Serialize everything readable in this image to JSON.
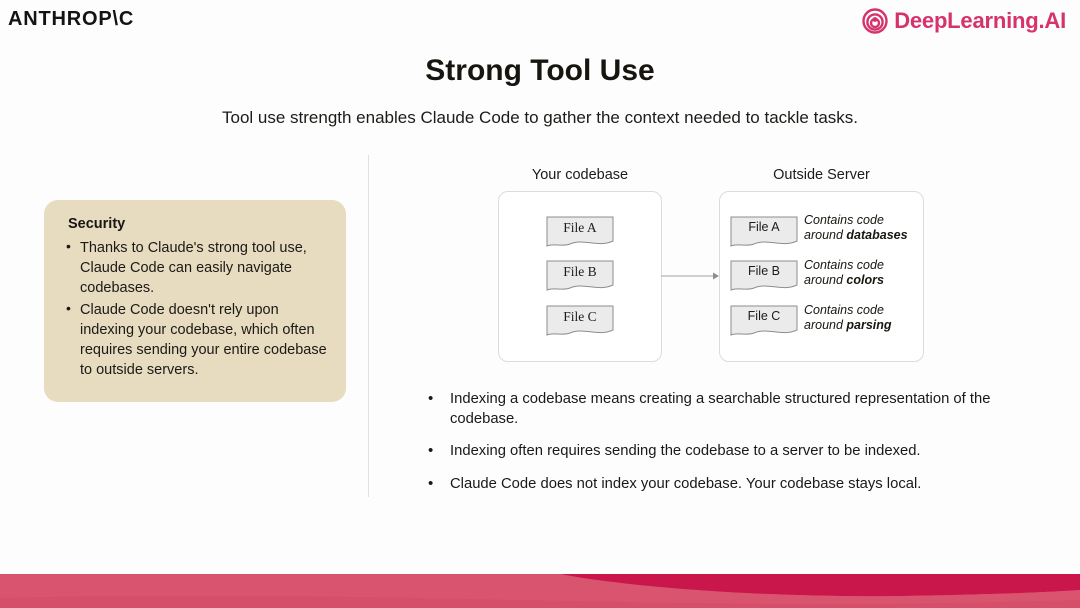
{
  "header": {
    "anthropic_logo_text": "ANTHROP\\C",
    "dlai_logo_text": "DeepLearning.AI",
    "dlai_color": "#d6336c"
  },
  "title": "Strong Tool Use",
  "subtitle": "Tool use strength enables Claude Code to gather the context needed to tackle tasks.",
  "security": {
    "heading": "Security",
    "background_color": "#e7dbc0",
    "bullets": [
      "Thanks to Claude's strong tool use, Claude Code can easily navigate codebases.",
      "Claude Code doesn't rely upon indexing your codebase, which often requires sending your entire codebase to outside servers."
    ]
  },
  "diagram": {
    "left_panel": {
      "label": "Your codebase",
      "files": [
        "File A",
        "File B",
        "File C"
      ]
    },
    "right_panel": {
      "label": "Outside Server",
      "files": [
        {
          "name": "File A",
          "desc_prefix": "Contains code around ",
          "desc_keyword": "databases"
        },
        {
          "name": "File B",
          "desc_prefix": "Contains code around ",
          "desc_keyword": "colors"
        },
        {
          "name": "File C",
          "desc_prefix": "Contains code around ",
          "desc_keyword": "parsing"
        }
      ]
    }
  },
  "bottom_bullets": [
    "Indexing a codebase means creating a searchable structured representation of the codebase.",
    "Indexing often requires sending the codebase to a server to be indexed.",
    "Claude Code does not index your codebase. Your codebase stays local."
  ],
  "footer": {
    "wave_color_light": "#d9556f",
    "wave_color_dark": "#c9174b"
  }
}
